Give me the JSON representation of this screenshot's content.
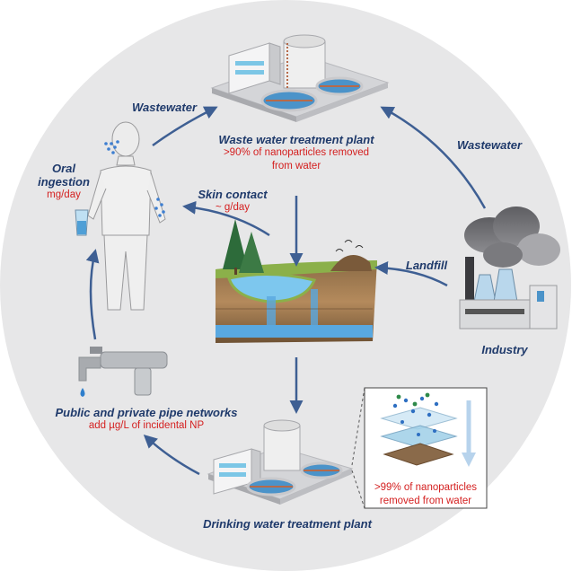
{
  "colors": {
    "background_circle": "#e7e7e8",
    "arrow": "#3e5f93",
    "title_text": "#1f3a6b",
    "highlight_text": "#d42020"
  },
  "nodes": {
    "wwtp": {
      "title": "Waste water treatment plant",
      "detail_line1": ">90% of nanoparticles removed",
      "detail_line2": "from water"
    },
    "industry": {
      "title": "Industry"
    },
    "dwtp": {
      "title": "Drinking water treatment plant"
    },
    "pipes": {
      "title": "Public and private pipe networks",
      "detail": "add µg/L of incidental NP"
    },
    "human": {
      "oral_title_line1": "Oral",
      "oral_title_line2": "ingestion",
      "oral_detail": "mg/day",
      "skin_title": "Skin contact",
      "skin_detail": "~ g/day"
    },
    "filter_inset": {
      "detail_line1": ">99% of nanoparticles",
      "detail_line2": "removed from water"
    }
  },
  "edges": {
    "human_to_wwtp": "Wastewater",
    "industry_to_wwtp": "Wastewater",
    "industry_to_landfill": "Landfill"
  },
  "icons": [
    "human-figure-icon",
    "wastewater-plant-icon",
    "industry-factory-icon",
    "groundwater-landscape-icon",
    "drinking-water-plant-icon",
    "faucet-icon",
    "filter-layers-icon"
  ]
}
